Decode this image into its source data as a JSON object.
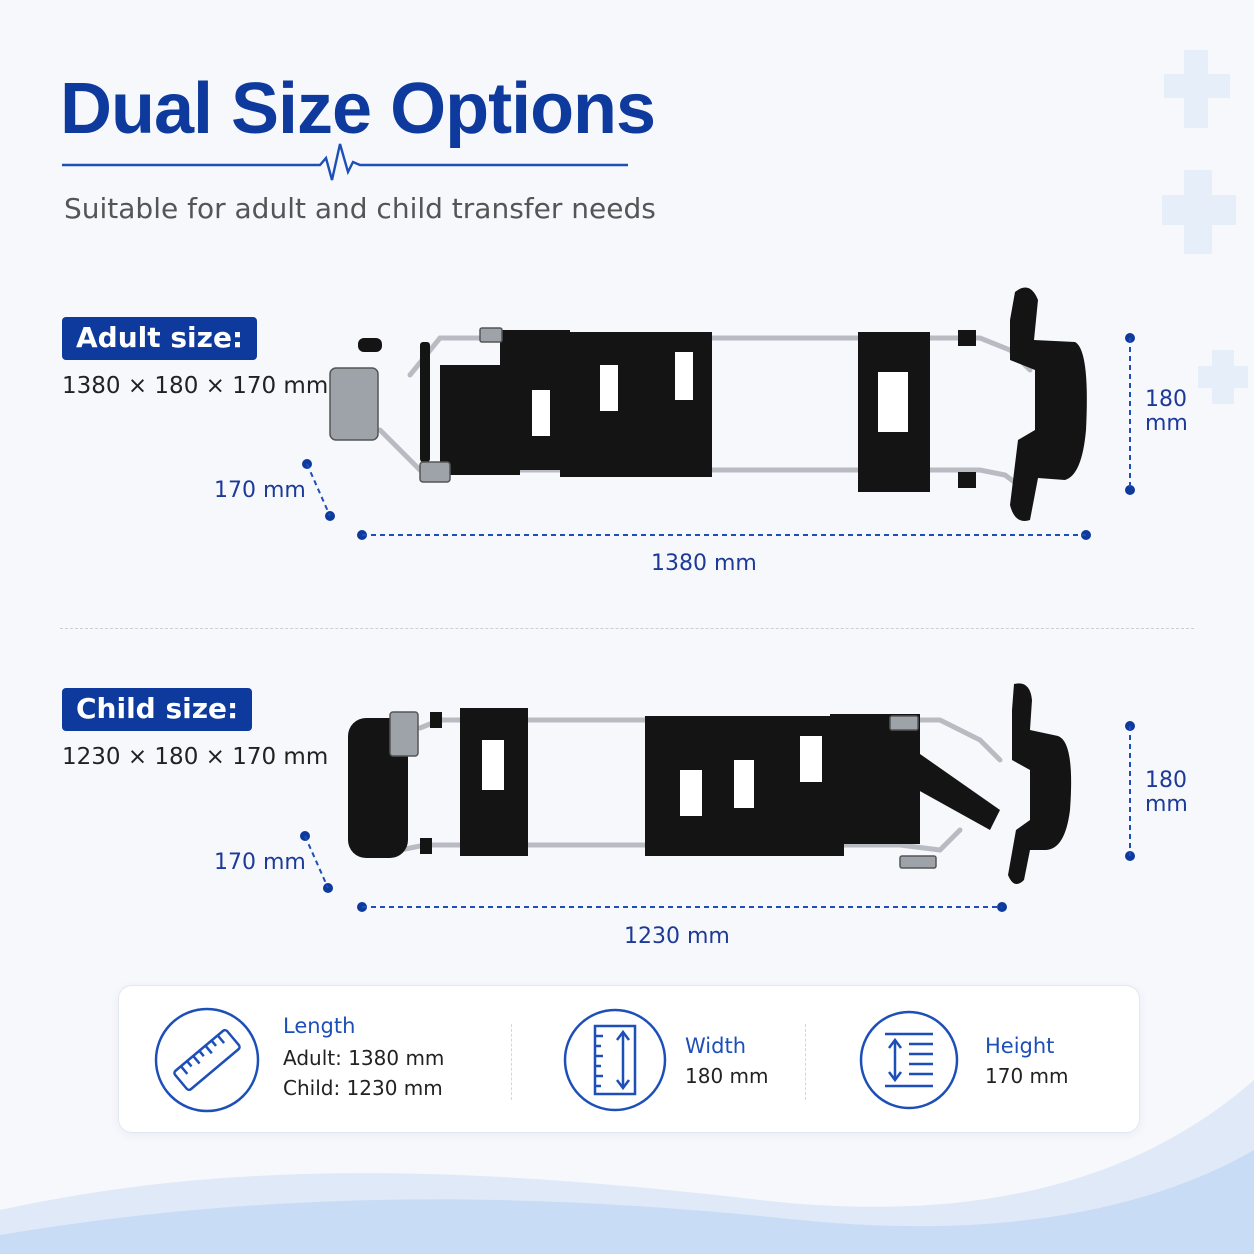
{
  "header": {
    "title": "Dual Size Options",
    "subtitle": "Suitable for adult and child transfer needs"
  },
  "adult": {
    "badge": "Adult size:",
    "dimensions": "1380 × 180 × 170 mm",
    "height_label": "170 mm",
    "width_label_value": "180",
    "width_label_unit": "mm",
    "length_label": "1380 mm"
  },
  "child": {
    "badge": "Child size:",
    "dimensions": "1230 × 180 × 170 mm",
    "height_label": "170 mm",
    "width_label_value": "180",
    "width_label_unit": "mm",
    "length_label": "1230 mm"
  },
  "specs": {
    "length": {
      "title": "Length",
      "adult": "Adult:  1380 mm",
      "child": "Child:  1230 mm",
      "icon": "ruler-icon"
    },
    "width": {
      "title": "Width",
      "value": "180 mm",
      "icon": "width-icon"
    },
    "height": {
      "title": "Height",
      "value": "170 mm",
      "icon": "height-icon"
    }
  },
  "colors": {
    "brand_blue": "#0d3a9c",
    "accent_blue": "#1d4fb8",
    "strap_black": "#141414",
    "steel": "#b8bcc2"
  }
}
